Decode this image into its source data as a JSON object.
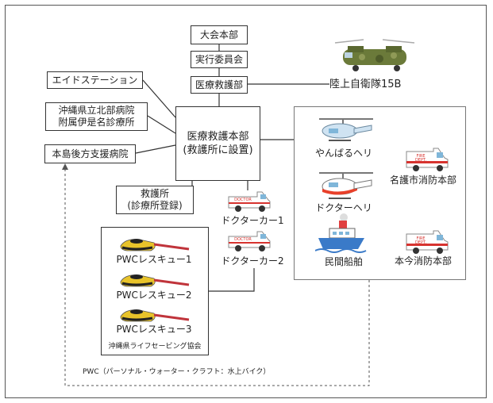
{
  "boxes": {
    "taikai": "大会本部",
    "jikko": "実行委員会",
    "iryo_kyugo": "医療救護部",
    "aid": "エイドステーション",
    "hokubu": "沖縄県立北部病院\n附属伊是名診療所",
    "koho": "本島後方支援病院",
    "honbu": "医療救護本部\n(救護所に設置)",
    "kyugosho": "救護所\n(診療所登録)"
  },
  "labels": {
    "jieitai": "陸上自衛隊15B",
    "yanbaru": "やんばるヘリ",
    "nago": "名護市消防本部",
    "doctor_heli": "ドクターヘリ",
    "minkan": "民間船舶",
    "motobu": "本今消防本部",
    "doctor_car1": "ドクターカー1",
    "doctor_car2": "ドクターカー2",
    "pwc1": "PWCレスキュー1",
    "pwc2": "PWCレスキュー2",
    "pwc3": "PWCレスキュー3",
    "lifesaving": "沖縄県ライフセービング協会",
    "note": "PWC（パーソナル・ウォーター・クラフト：水上バイク）"
  },
  "vehicle_text": {
    "doctor": "DOCTOR",
    "fire": "FIRE\nDEPT."
  },
  "colors": {
    "line": "#333333",
    "heli_military": "#6b7a3a",
    "heli_blue": "#cfe3f2",
    "heli_doctor": "#e8402a",
    "pwc_body": "#e8c32a",
    "pwc_handle": "#c0343b",
    "ship_hull": "#3a7ac8",
    "fire_red": "#d7332f"
  }
}
